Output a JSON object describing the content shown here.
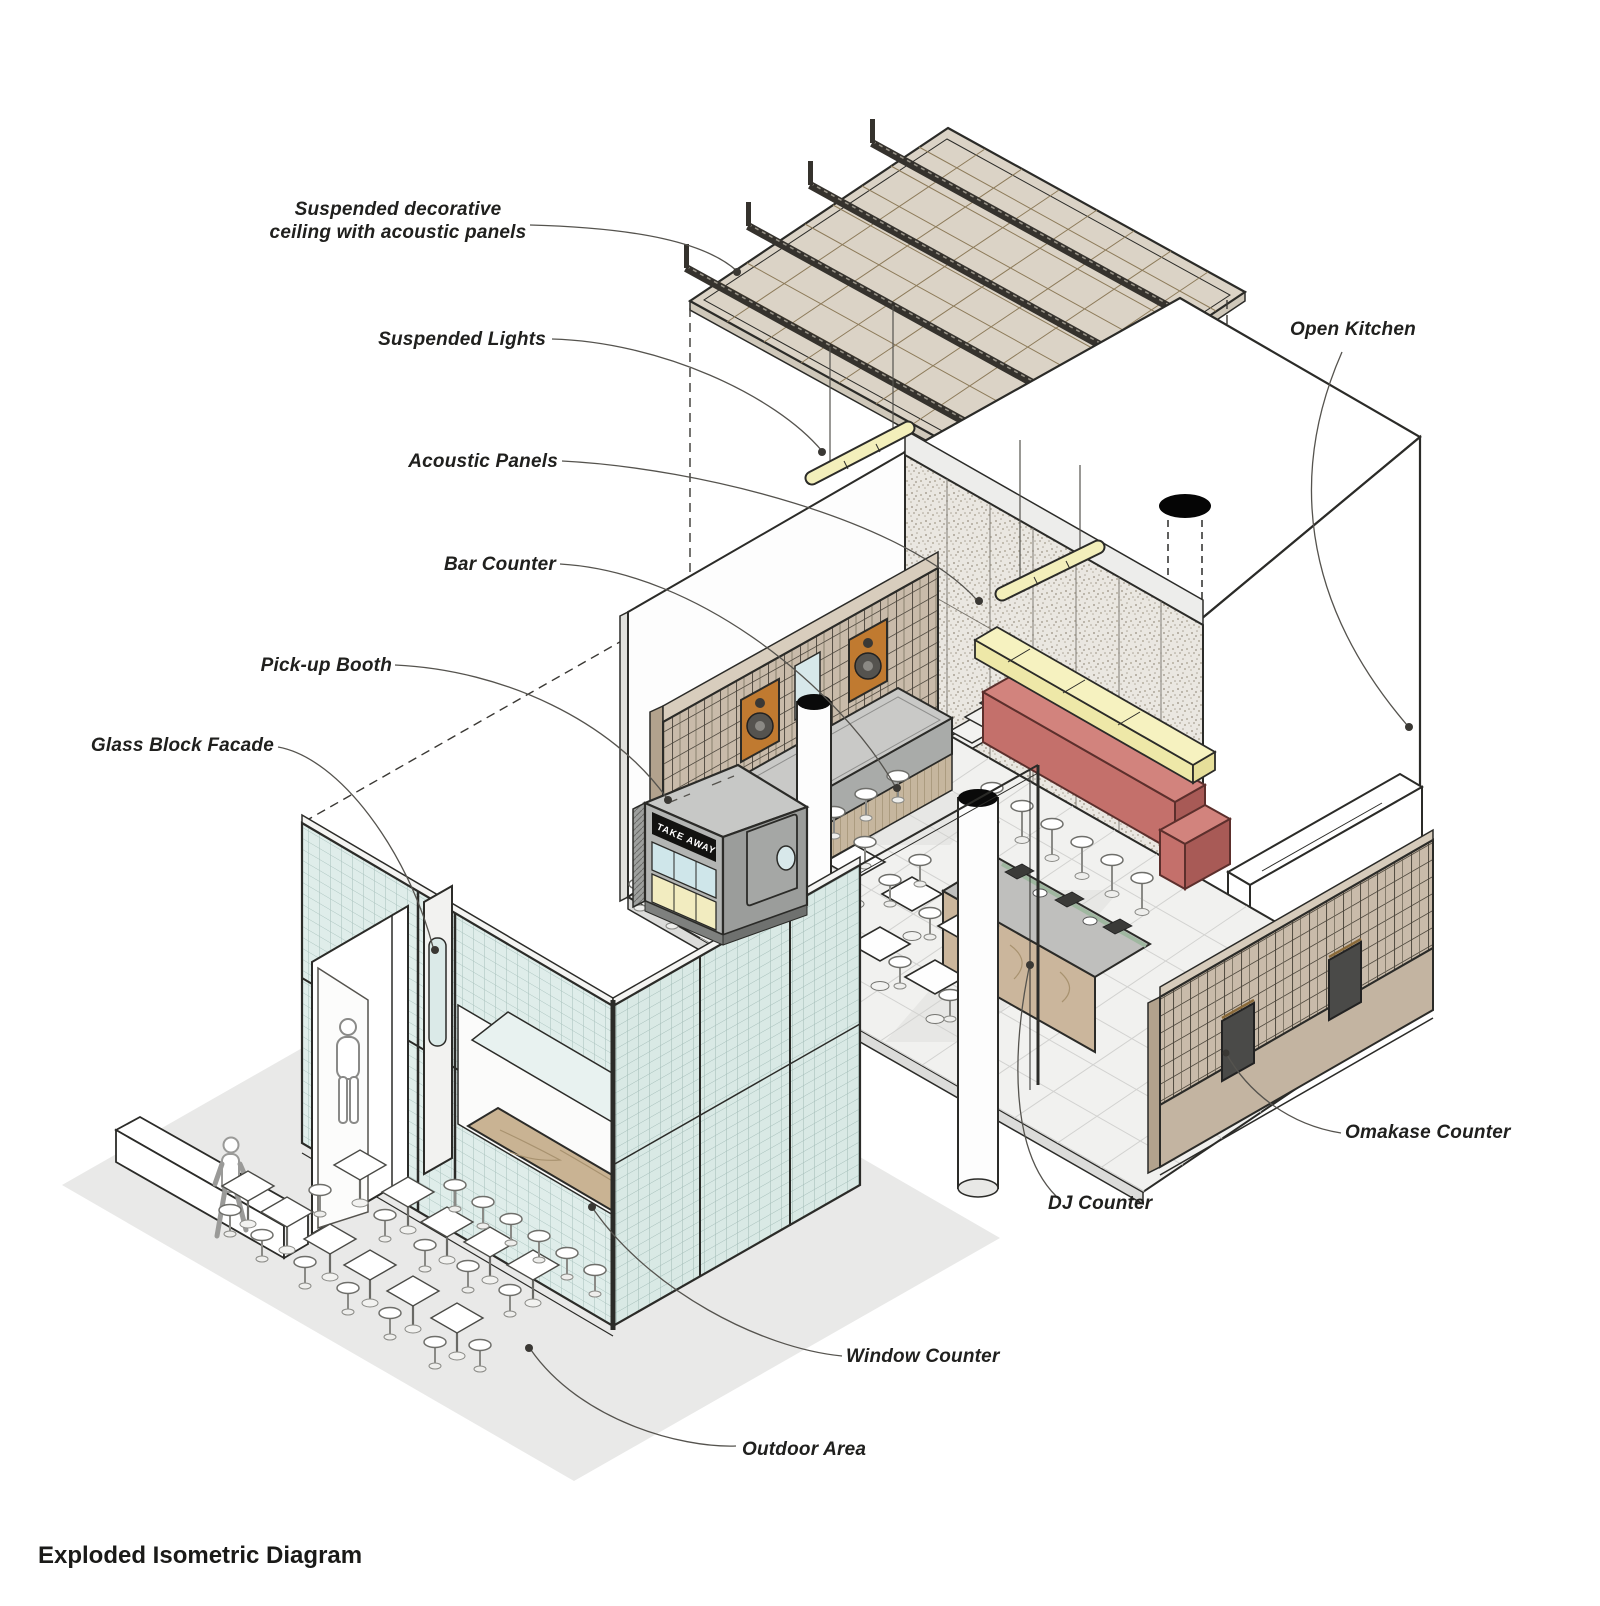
{
  "title": "Exploded Isometric Diagram",
  "annotations": [
    {
      "id": "ceiling",
      "text": "Suspended decorative ceiling with acoustic panels"
    },
    {
      "id": "lights",
      "text": "Suspended Lights"
    },
    {
      "id": "acoustic",
      "text": "Acoustic Panels"
    },
    {
      "id": "bar",
      "text": "Bar Counter"
    },
    {
      "id": "pickup",
      "text": "Pick-up Booth"
    },
    {
      "id": "facade",
      "text": "Glass Block Facade"
    },
    {
      "id": "kitchen",
      "text": "Open Kitchen"
    },
    {
      "id": "omakase",
      "text": "Omakase Counter"
    },
    {
      "id": "dj",
      "text": "DJ Counter"
    },
    {
      "id": "window",
      "text": "Window Counter"
    },
    {
      "id": "outdoor",
      "text": "Outdoor Area"
    }
  ],
  "booth": {
    "sign_text": "TAKE AWAY"
  },
  "colors": {
    "line": "#2b2b28",
    "ceiling_panel": "#dbd3c6",
    "ceiling_grid": "#8d7b5a",
    "beam": "#35322d",
    "acoustic_panel": "#eae7e1",
    "light_yellow": "#f3efbb",
    "counter_red": "#c4706b",
    "wood": "#c9b393",
    "lattice_tan": "#c9bbaa",
    "speaker_orange": "#c07a30",
    "glass_block": "#dcebe8",
    "floor": "#f1f1ef",
    "ground": "#e9e9e8",
    "booth_gray": "#b3b5b3"
  }
}
